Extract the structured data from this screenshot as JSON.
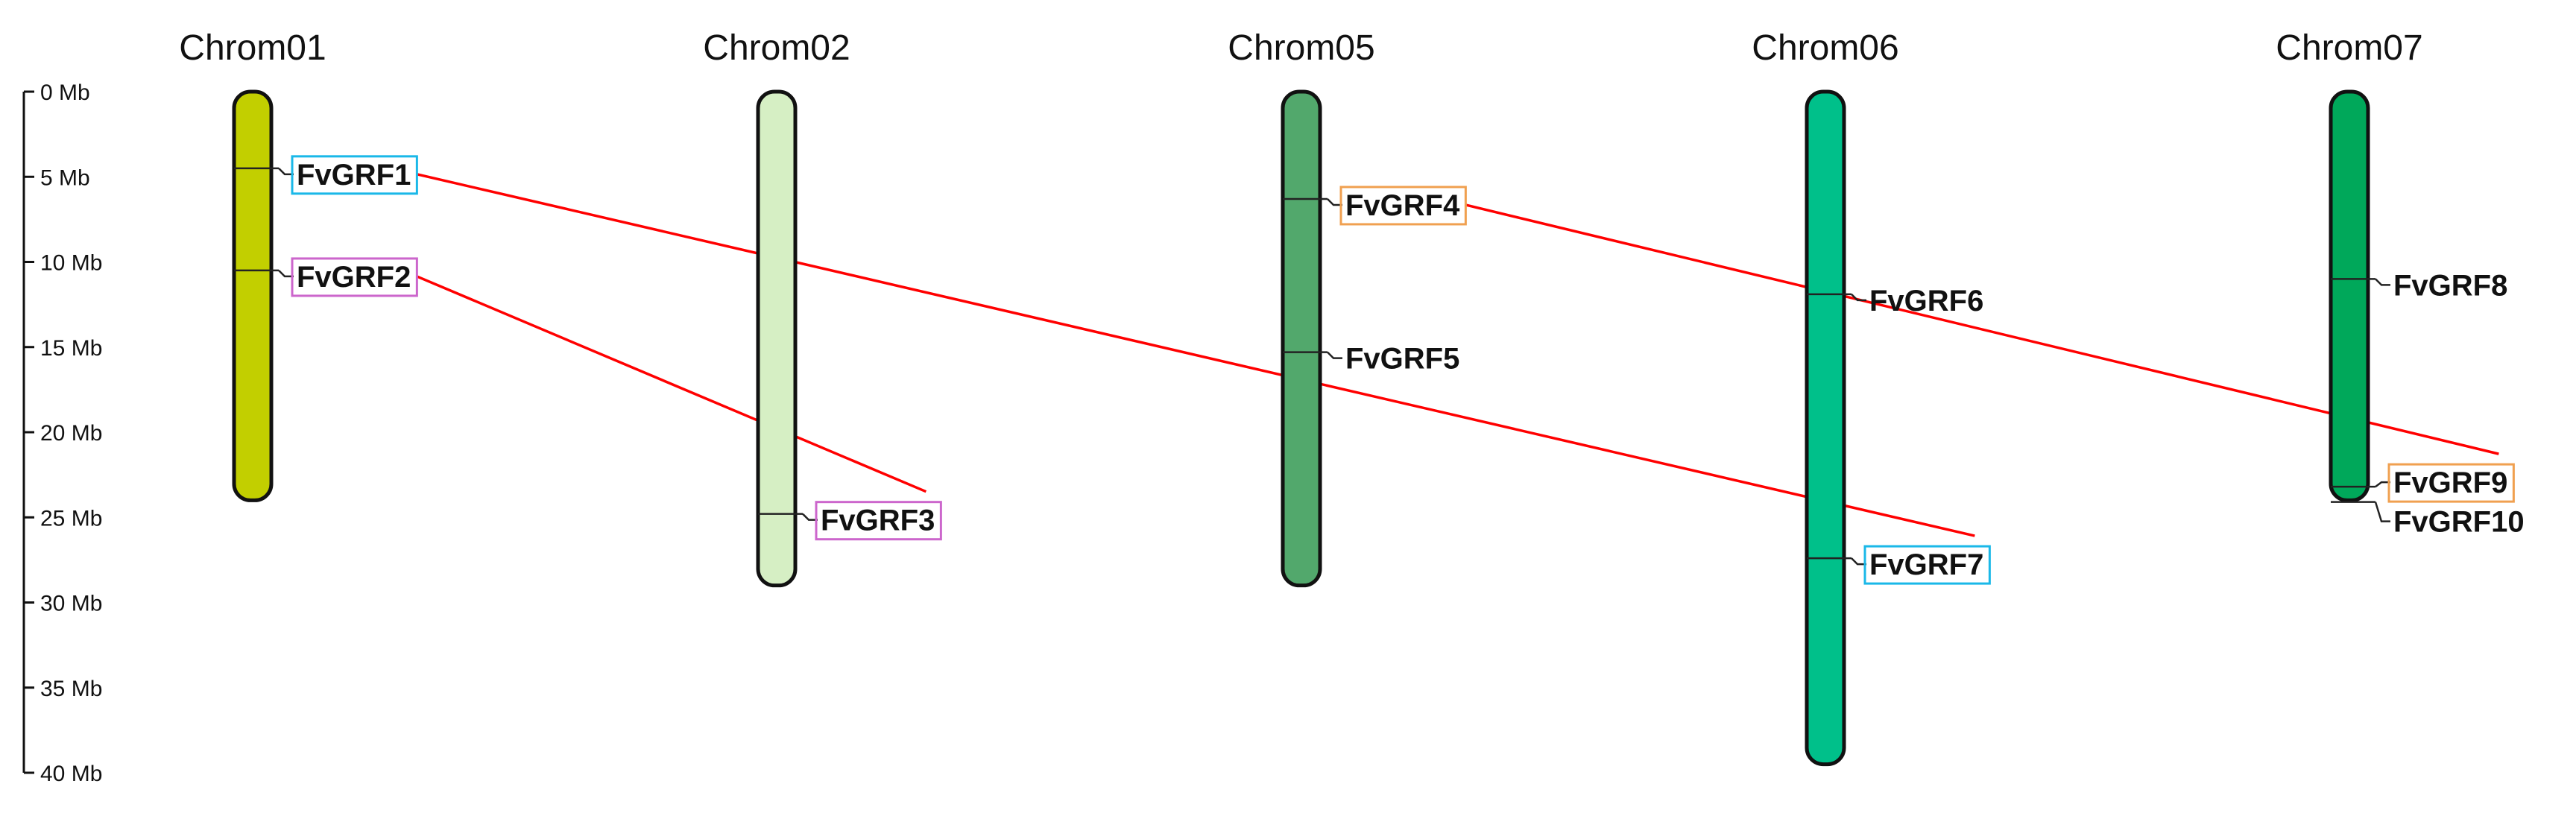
{
  "chart_data": {
    "type": "chromosome_map",
    "axis": {
      "unit": "Mb",
      "range": [
        0,
        40
      ],
      "ticks": [
        {
          "value": 0,
          "label": "0 Mb"
        },
        {
          "value": 5,
          "label": "5 Mb"
        },
        {
          "value": 10,
          "label": "10 Mb"
        },
        {
          "value": 15,
          "label": "15 Mb"
        },
        {
          "value": 20,
          "label": "20 Mb"
        },
        {
          "value": 25,
          "label": "25 Mb"
        },
        {
          "value": 30,
          "label": "30 Mb"
        },
        {
          "value": 35,
          "label": "35 Mb"
        },
        {
          "value": 40,
          "label": "40 Mb"
        }
      ]
    },
    "chromosomes": [
      {
        "name": "Chrom01",
        "length": 24.0,
        "color": "#c2cf00"
      },
      {
        "name": "Chrom02",
        "length": 29.0,
        "color": "#d6efc4"
      },
      {
        "name": "Chrom05",
        "length": 29.0,
        "color": "#52a86c"
      },
      {
        "name": "Chrom06",
        "length": 39.5,
        "color": "#00c08a"
      },
      {
        "name": "Chrom07",
        "length": 24.0,
        "color": "#00a85a"
      }
    ],
    "genes": [
      {
        "name": "FvGRF1",
        "chrom": "Chrom01",
        "position": 4.5,
        "box": "#1ab8e8"
      },
      {
        "name": "FvGRF2",
        "chrom": "Chrom01",
        "position": 10.5,
        "box": "#cc66cc"
      },
      {
        "name": "FvGRF3",
        "chrom": "Chrom02",
        "position": 24.8,
        "box": "#cc66cc"
      },
      {
        "name": "FvGRF4",
        "chrom": "Chrom05",
        "position": 6.3,
        "box": "#f0a050"
      },
      {
        "name": "FvGRF5",
        "chrom": "Chrom05",
        "position": 15.3,
        "box": ""
      },
      {
        "name": "FvGRF6",
        "chrom": "Chrom06",
        "position": 11.9,
        "box": ""
      },
      {
        "name": "FvGRF7",
        "chrom": "Chrom06",
        "position": 27.4,
        "box": "#1ab8e8"
      },
      {
        "name": "FvGRF8",
        "chrom": "Chrom07",
        "position": 11.0,
        "box": ""
      },
      {
        "name": "FvGRF9",
        "chrom": "Chrom07",
        "position": 23.2,
        "box": "#f0a050"
      },
      {
        "name": "FvGRF10",
        "chrom": "Chrom07",
        "position": 24.1,
        "box": ""
      }
    ],
    "links": [
      {
        "from": "FvGRF1",
        "to": "FvGRF7",
        "color": "#ff0000"
      },
      {
        "from": "FvGRF2",
        "to": "FvGRF3",
        "color": "#ff0000"
      },
      {
        "from": "FvGRF4",
        "to": "FvGRF9",
        "color": "#ff0000"
      }
    ]
  }
}
